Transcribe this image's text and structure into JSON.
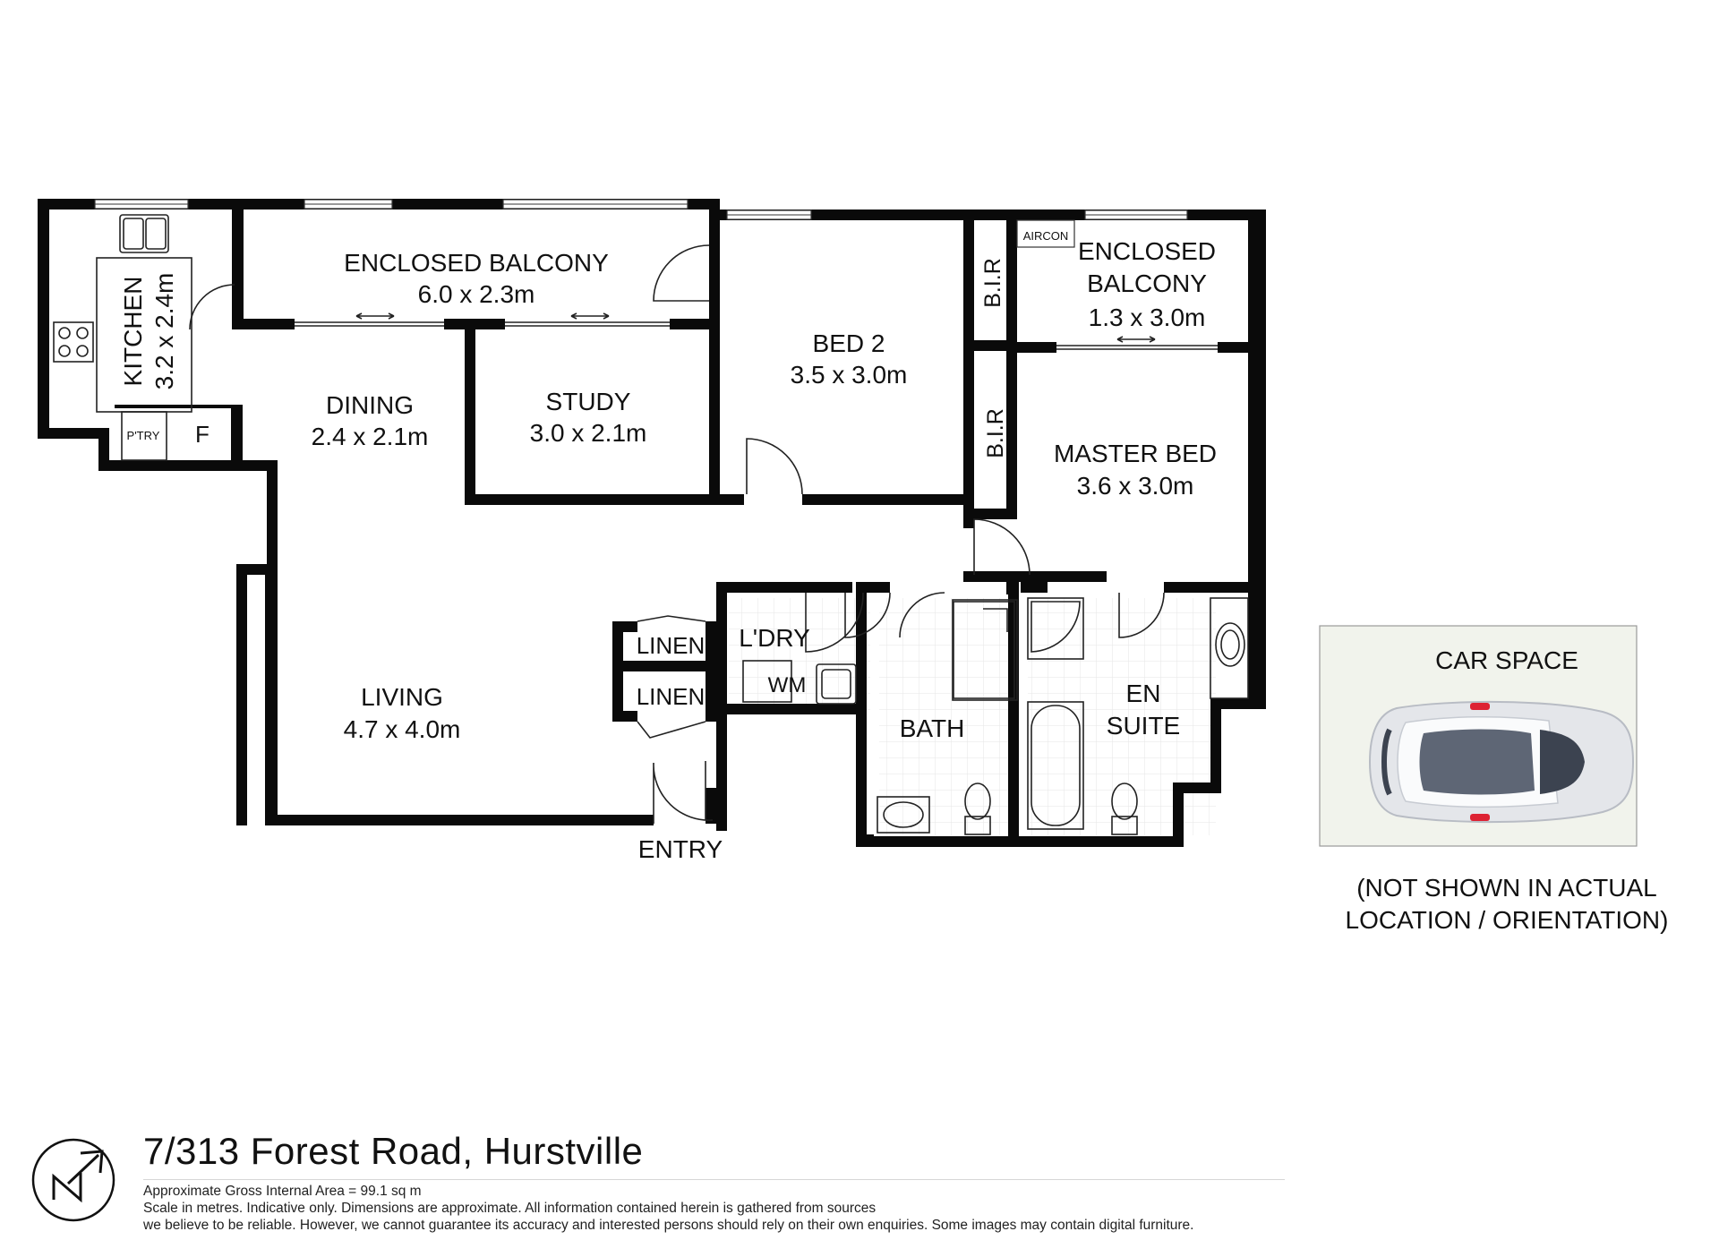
{
  "rooms": {
    "enclosed_balcony_1": {
      "name": "ENCLOSED BALCONY",
      "size": "6.0 x 2.3m"
    },
    "kitchen": {
      "name": "KITCHEN",
      "size": "3.2 x 2.4m"
    },
    "pantry": "P'TRY",
    "fridge": "F",
    "dining": {
      "name": "DINING",
      "size": "2.4 x 2.1m"
    },
    "study": {
      "name": "STUDY",
      "size": "3.0 x 2.1m"
    },
    "bed2": {
      "name": "BED 2",
      "size": "3.5 x 3.0m"
    },
    "bir_1": "B.I.R",
    "bir_2": "B.I.R",
    "aircon": "AIRCON",
    "enclosed_balcony_2": {
      "name_line1": "ENCLOSED",
      "name_line2": "BALCONY",
      "size": "1.3 x 3.0m"
    },
    "master_bed": {
      "name": "MASTER BED",
      "size": "3.6 x 3.0m"
    },
    "linen_1": "LINEN",
    "linen_2": "LINEN",
    "laundry": "L'DRY",
    "washing_machine": "WM",
    "living": {
      "name": "LIVING",
      "size": "4.7 x 4.0m"
    },
    "bath": "BATH",
    "ensuite": {
      "line1": "EN",
      "line2": "SUITE"
    },
    "entry": "ENTRY"
  },
  "car_space": {
    "title": "CAR SPACE",
    "note_line1": "(NOT SHOWN IN ACTUAL",
    "note_line2": "LOCATION / ORIENTATION)"
  },
  "footer": {
    "address": "7/313 Forest Road, Hurstville",
    "area": "Approximate Gross Internal Area = 99.1 sq m",
    "disclaimer_line1": "Scale in metres. Indicative only. Dimensions are approximate. All information contained herein is gathered from sources",
    "disclaimer_line2": "we believe to be reliable. However, we cannot guarantee its accuracy and interested persons should rely on their own enquiries. Some images may contain digital furniture."
  },
  "compass_icon": "north-arrow-icon",
  "colors": {
    "wall": "#0a0a0a",
    "car_panel": "#f1f3ec",
    "tile": "#e8e8e8"
  }
}
